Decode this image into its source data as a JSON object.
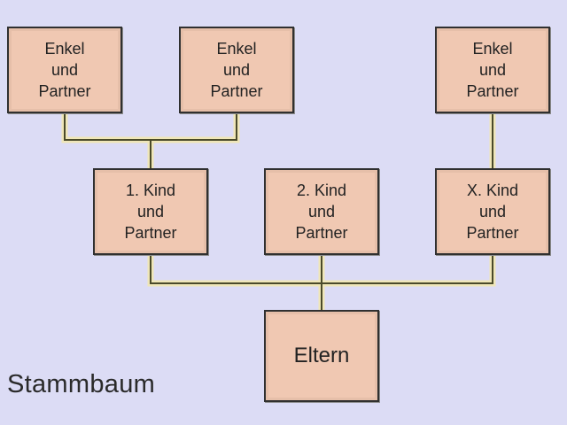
{
  "diagram": {
    "caption": "Stammbaum",
    "nodes": {
      "enkel_1": {
        "line1": "Enkel",
        "line2": "und",
        "line3": "Partner"
      },
      "enkel_2": {
        "line1": "Enkel",
        "line2": "und",
        "line3": "Partner"
      },
      "enkel_3": {
        "line1": "Enkel",
        "line2": "und",
        "line3": "Partner"
      },
      "kind_1": {
        "line1": "1. Kind",
        "line2": "und",
        "line3": "Partner"
      },
      "kind_2": {
        "line1": "2. Kind",
        "line2": "und",
        "line3": "Partner"
      },
      "kind_x": {
        "line1": "X. Kind",
        "line2": "und",
        "line3": "Partner"
      },
      "eltern": {
        "label": "Eltern"
      }
    },
    "colors": {
      "background": "#dcdcf5",
      "node_fill": "#f0c8b2",
      "connector": "#4a4a2a"
    }
  }
}
